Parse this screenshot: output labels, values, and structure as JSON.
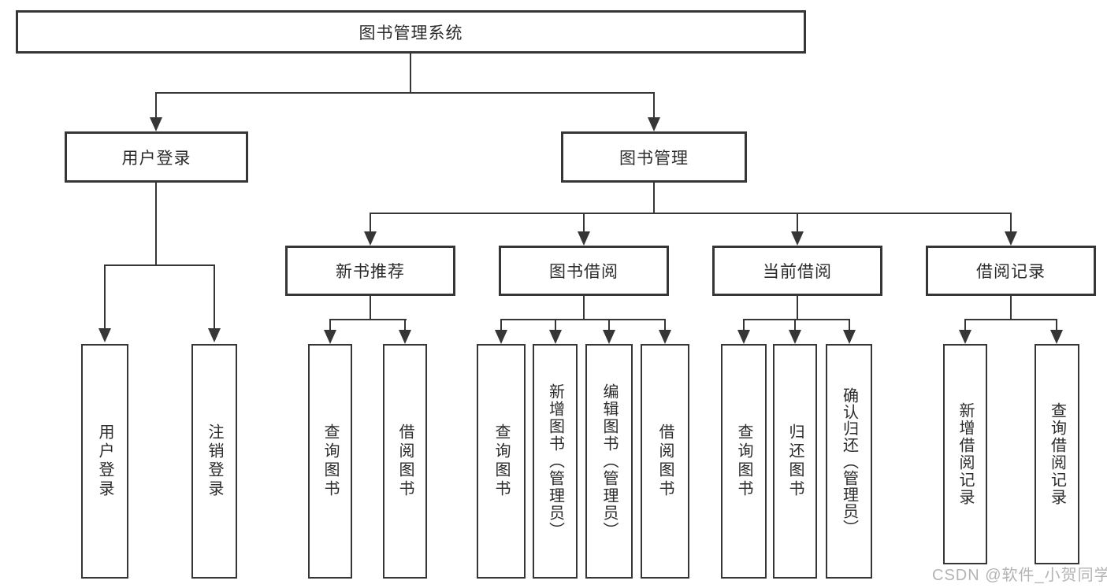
{
  "diagram": {
    "type": "hierarchy-tree",
    "background_color": "#ffffff",
    "line_color": "#363636",
    "text_color": "#2b2b2b",
    "watermark": {
      "text": "CSDN @软件_小贺同学",
      "color": "#b3b3b3"
    },
    "tree": {
      "label": "图书管理系统",
      "children": [
        {
          "label": "用户登录",
          "children": [
            {
              "label": "用户登录"
            },
            {
              "label": "注销登录"
            }
          ]
        },
        {
          "label": "图书管理",
          "children": [
            {
              "label": "新书推荐",
              "children": [
                {
                  "label": "查询图书"
                },
                {
                  "label": "借阅图书"
                }
              ]
            },
            {
              "label": "图书借阅",
              "children": [
                {
                  "label": "查询图书"
                },
                {
                  "label": "新增图书（管理员）"
                },
                {
                  "label": "编辑图书（管理员）"
                },
                {
                  "label": "借阅图书"
                }
              ]
            },
            {
              "label": "当前借阅",
              "children": [
                {
                  "label": "查询图书"
                },
                {
                  "label": "归还图书"
                },
                {
                  "label": "确认归还（管理员）"
                }
              ]
            },
            {
              "label": "借阅记录",
              "children": [
                {
                  "label": "新增借阅记录"
                },
                {
                  "label": "查询借阅记录"
                }
              ]
            }
          ]
        }
      ]
    }
  }
}
